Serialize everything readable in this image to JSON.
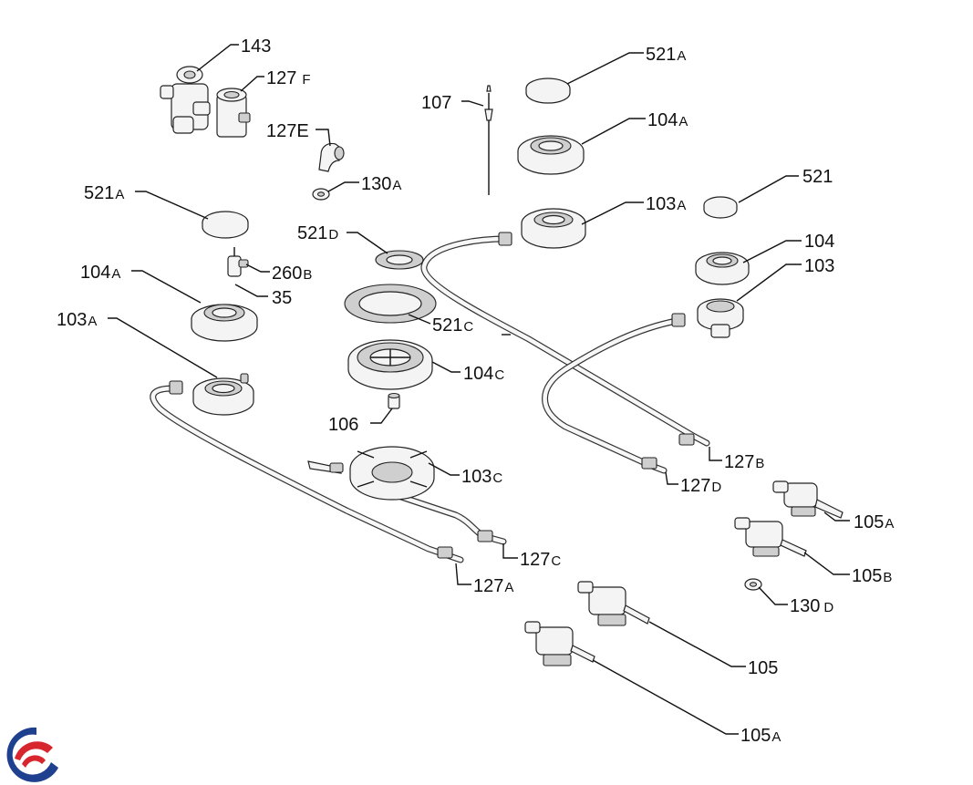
{
  "labels": {
    "p143": "143",
    "p127F_num": "127",
    "p127F_suf": "F",
    "p127E_num": "127E",
    "p130A_num": "130",
    "p130A_suf": "A",
    "p521A_left_num": "521",
    "p521A_left_suf": "A",
    "p521D_num": "521",
    "p521D_suf": "D",
    "p260B_num": "260",
    "p260B_suf": "B",
    "p35": "35",
    "p104A_left_num": "104",
    "p104A_left_suf": "A",
    "p103A_left_num": "103",
    "p103A_left_suf": "A",
    "p521C_num": "521",
    "p521C_suf": "C",
    "p104C_num": "104",
    "p104C_suf": "C",
    "p106": "106",
    "p103C_num": "103",
    "p103C_suf": "C",
    "p127C_num": "127",
    "p127C_suf": "C",
    "p127A_num": "127",
    "p127A_suf": "A",
    "p107": "107",
    "p521A_top_num": "521",
    "p521A_top_suf": "A",
    "p104A_top_num": "104",
    "p104A_top_suf": "A",
    "p103A_top_num": "103",
    "p103A_top_suf": "A",
    "p521": "521",
    "p104": "104",
    "p103": "103",
    "p127B_num": "127",
    "p127B_suf": "B",
    "p127D_num": "127",
    "p127D_suf": "D",
    "p105A_right_num": "105",
    "p105A_right_suf": "A",
    "p105B_num": "105",
    "p105B_suf": "B",
    "p130D_num": "130",
    "p130D_suf": "D",
    "p105": "105",
    "p105A_bottom_num": "105",
    "p105A_bottom_suf": "A"
  },
  "logo": {
    "name": "brand-logo",
    "colors": [
      "#1f3f8f",
      "#d8262e"
    ]
  }
}
